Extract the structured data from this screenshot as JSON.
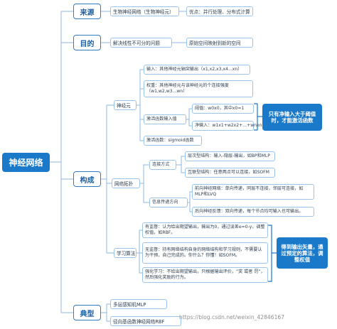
{
  "root": "神经网络",
  "branches": {
    "source": {
      "title": "来源",
      "item": "生物神经网络（生物神经元）",
      "detail": "优点：并行处理、分布式计算"
    },
    "goal": {
      "title": "目的",
      "item": "解决线性不可分的问题",
      "detail": "原始空间映射到新的空间"
    },
    "structure": {
      "title": "构成",
      "neuron": {
        "title": "神经元",
        "input": "输入：其他神经元轴突输出（x1,x2,x3,x4...xn）",
        "weight": "权重：其他神经元与该神经元的个连接强度（w1,w2,w3...wn）",
        "activation_input": "激活函数输入值",
        "threshold": "阈值：w0x0，其中x0=1",
        "net_input": "净输入：w1x1+w2x2+...+wnxn",
        "activation_fn": "激活函数：sigmoid函数"
      },
      "topology": {
        "title": "网络拓扑",
        "connection": "连接方式",
        "layered": "层次型结构：输入-隐层-输出，如BP和MLP",
        "interconnect": "互联型结构：任意两点可以连接，如SOFM",
        "flow": "信息传递方向",
        "feedforward": "前向神经网络：单向传递，同层不连接，邻层可连接，如MLP和LVQ",
        "feedback": "后向神经反馈：双向传递，每个节点均可输入也可输出。"
      },
      "learning": {
        "title": "学习算法",
        "supervised": "有监督：认为给出期望输出，输出为0，通过误差e=0-y，调整权值，如RBF。",
        "unsupervised": "无监督：持有网络结构自身的网络结构和学习规则，不需要认为干预，自己完成的。你什么？你懂！如SOFM。",
        "reinforcement": "强化学习：不给出期望输出，只根据输出评价，“奖 或者 罚”，然后强化奖励的行为。"
      }
    },
    "typical": {
      "title": "典型",
      "mlp": "多层感知机MLP",
      "rbf": "径向基函数神经网络RBF"
    }
  },
  "notes": {
    "activation_note": "只有净输入大于阈值时，才能激活函数",
    "learning_note": "得到输出矢量，通过预定的算法，调整权值"
  },
  "watermark": "https://blog.csdn.net/weixin_42846167",
  "colors": {
    "accent": "#1b79c9",
    "box_border": "#9cc4e8",
    "title_border": "#2e7dc5",
    "line": "#8fb8e0"
  }
}
